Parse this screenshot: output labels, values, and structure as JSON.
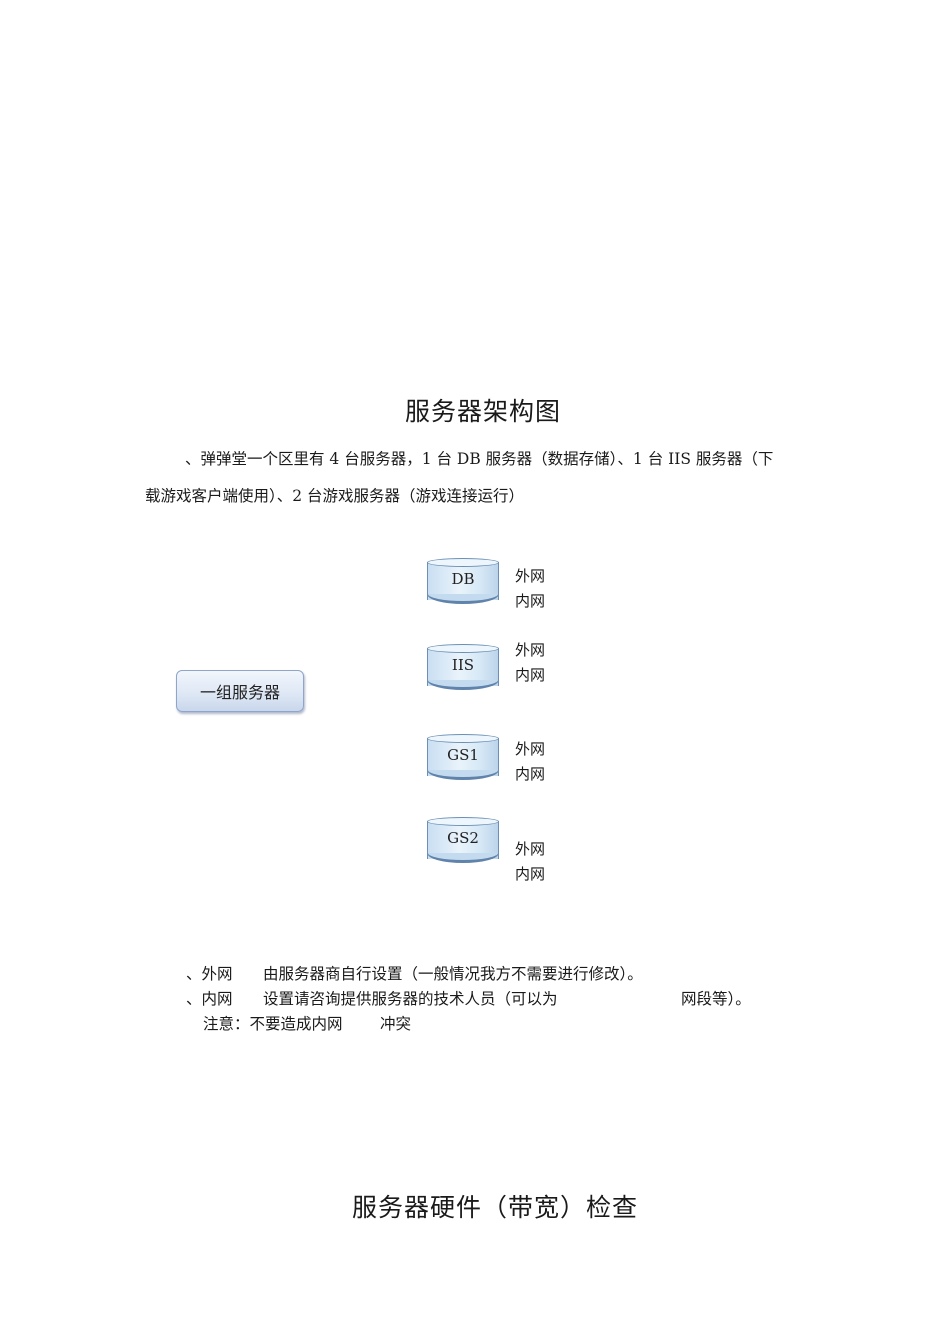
{
  "heading_architecture": "服务器架构图",
  "intro": {
    "line1": "、弹弹堂一个区里有 4 台服务器，1 台 DB 服务器（数据存储）、1 台 IIS 服务器（下",
    "line2": "载游戏客户端使用）、2 台游戏服务器（游戏连接运行）"
  },
  "diagram": {
    "group_label": "一组服务器",
    "servers": [
      {
        "label": "DB",
        "external": "外网",
        "internal": "内网"
      },
      {
        "label": "IIS",
        "external": "外网",
        "internal": "内网"
      },
      {
        "label": "GS1",
        "external": "外网",
        "internal": "内网"
      },
      {
        "label": "GS2",
        "external": "外网",
        "internal": "内网"
      }
    ]
  },
  "notes": {
    "external_prefix": "、外网",
    "external_text": "由服务器商自行设置（一般情况我方不需要进行修改）。",
    "internal_prefix": "、内网",
    "internal_text": "设置请咨询提供服务器的技术人员（可以为",
    "internal_suffix": "网段等）。",
    "warning_prefix": "注意：不要造成内网",
    "warning_suffix": "冲突"
  },
  "heading_hardware": "服务器硬件（带宽）检查",
  "colors": {
    "cylinder_border": "#6c8fb5",
    "cylinder_fill": "#d6e8f6",
    "group_border": "#8fa5c9"
  }
}
